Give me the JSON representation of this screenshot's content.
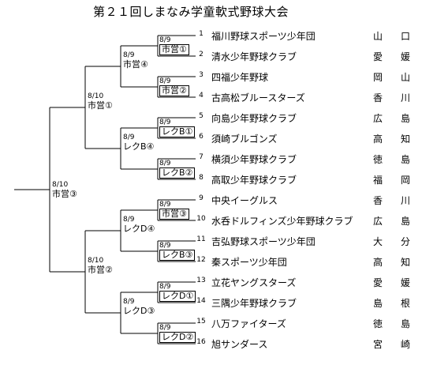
{
  "title": "第２１回しまなみ学童軟式野球大会",
  "teams": [
    {
      "seed": "1",
      "name": "福川野球スポーツ少年団",
      "pref": [
        "山",
        "口"
      ]
    },
    {
      "seed": "2",
      "name": "清水少年野球クラブ",
      "pref": [
        "愛",
        "媛"
      ]
    },
    {
      "seed": "3",
      "name": "四福少年野球",
      "pref": [
        "岡",
        "山"
      ]
    },
    {
      "seed": "4",
      "name": "古高松ブルースターズ",
      "pref": [
        "香",
        "川"
      ]
    },
    {
      "seed": "5",
      "name": "向島少年野球クラブ",
      "pref": [
        "広",
        "島"
      ]
    },
    {
      "seed": "6",
      "name": "須崎ブルゴンズ",
      "pref": [
        "高",
        "知"
      ]
    },
    {
      "seed": "7",
      "name": "横須少年野球クラブ",
      "pref": [
        "徳",
        "島"
      ]
    },
    {
      "seed": "8",
      "name": "高取少年野球クラブ",
      "pref": [
        "福",
        "岡"
      ]
    },
    {
      "seed": "9",
      "name": "中央イーグルス",
      "pref": [
        "香",
        "川"
      ]
    },
    {
      "seed": "10",
      "name": "水呑ドルフィンズ少年野球クラブ",
      "pref": [
        "広",
        "島"
      ]
    },
    {
      "seed": "11",
      "name": "吉弘野球スポーツ少年団",
      "pref": [
        "大",
        "分"
      ]
    },
    {
      "seed": "12",
      "name": "秦スポーツ少年団",
      "pref": [
        "高",
        "知"
      ]
    },
    {
      "seed": "13",
      "name": "立花ヤングスターズ",
      "pref": [
        "愛",
        "媛"
      ]
    },
    {
      "seed": "14",
      "name": "三隅少年野球クラブ",
      "pref": [
        "島",
        "根"
      ]
    },
    {
      "seed": "15",
      "name": "八万ファイターズ",
      "pref": [
        "徳",
        "島"
      ]
    },
    {
      "seed": "16",
      "name": "旭サンダース",
      "pref": [
        "宮",
        "崎"
      ]
    }
  ],
  "matches": {
    "r1": [
      {
        "date": "8/9",
        "venue": "市営①"
      },
      {
        "date": "8/9",
        "venue": "市営②"
      },
      {
        "date": "8/9",
        "venue": "レクB①"
      },
      {
        "date": "8/9",
        "venue": "レクB②"
      },
      {
        "date": "8/9",
        "venue": "市営③"
      },
      {
        "date": "8/9",
        "venue": "レクB③"
      },
      {
        "date": "8/9",
        "venue": "レクD①"
      },
      {
        "date": "8/9",
        "venue": "レクD②"
      }
    ],
    "r2": [
      {
        "date": "8/9",
        "venue": "市営④"
      },
      {
        "date": "8/9",
        "venue": "レクB④"
      },
      {
        "date": "8/9",
        "venue": "レクD④"
      },
      {
        "date": "8/9",
        "venue": "レクD③"
      }
    ],
    "semi": [
      {
        "date": "8/10",
        "venue": "市営①"
      },
      {
        "date": "8/10",
        "venue": "市営②"
      }
    ],
    "final": {
      "date": "8/10",
      "venue": "市営③"
    }
  }
}
